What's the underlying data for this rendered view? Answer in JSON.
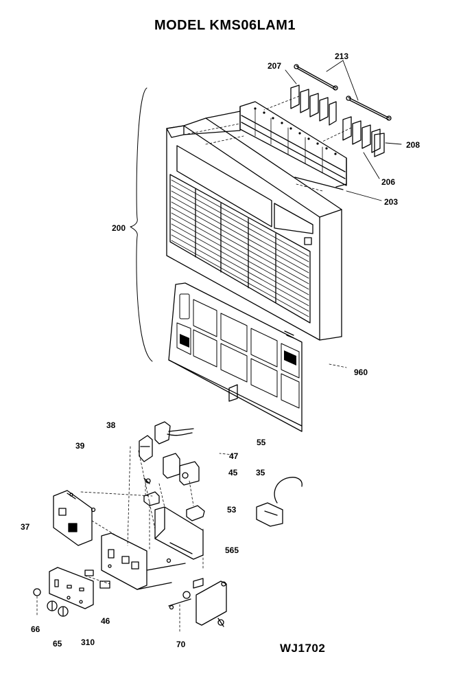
{
  "diagram": {
    "title": "MODEL KMS06LAM1",
    "drawing_code": "WJ1702",
    "part_labels": {
      "p207": "207",
      "p213": "213",
      "p208": "208",
      "p206": "206",
      "p203": "203",
      "p200": "200",
      "p960": "960",
      "p38": "38",
      "p39": "39",
      "p55": "55",
      "p47": "47",
      "p45": "45",
      "p35": "35",
      "p53": "53",
      "p37": "37",
      "p565": "565",
      "p66": "66",
      "p65": "65",
      "p310": "310",
      "p46": "46",
      "p70": "70"
    }
  }
}
